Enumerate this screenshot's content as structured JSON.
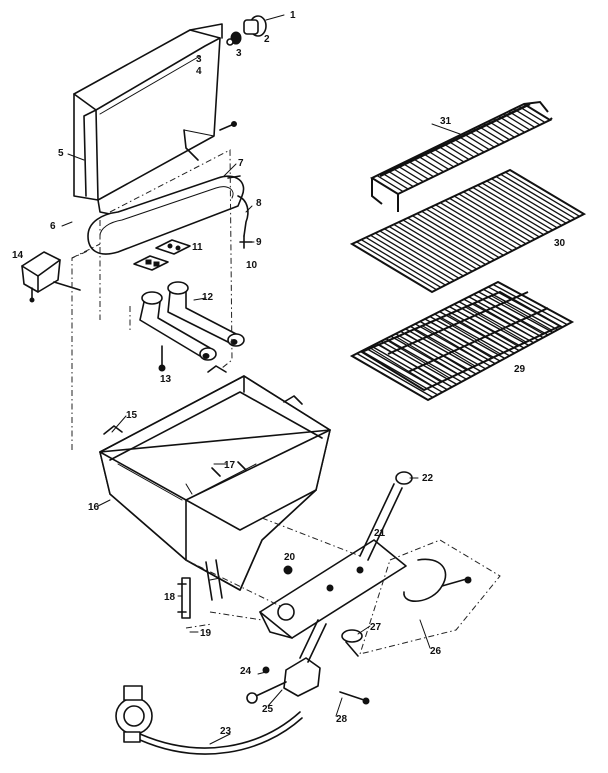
{
  "diagram": {
    "labels": {
      "p1": "1",
      "p2": "2",
      "p3": "3",
      "p3b": "3",
      "p4": "4",
      "p5": "5",
      "p6": "6",
      "p7": "7",
      "p8": "8",
      "p9": "9",
      "p10": "10",
      "p11": "11",
      "p12": "12",
      "p13": "13",
      "p14": "14",
      "p15": "15",
      "p16": "16",
      "p17": "17",
      "p18": "18",
      "p19": "19",
      "p20": "20",
      "p21": "21",
      "p22": "22",
      "p23": "23",
      "p24": "24",
      "p25": "25",
      "p26": "26",
      "p27": "27",
      "p28": "28",
      "p29": "29",
      "p30": "30",
      "p31": "31"
    }
  }
}
